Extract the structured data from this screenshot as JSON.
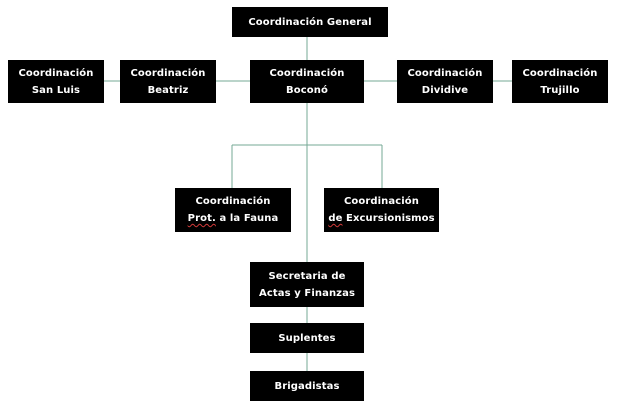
{
  "org_chart": {
    "general": {
      "name": "Coordinación General"
    },
    "sedes": [
      {
        "line1": "Coordinación",
        "line2": "San Luis"
      },
      {
        "line1": "Coordinación",
        "line2": "Beatriz"
      },
      {
        "line1": "Coordinación",
        "line2": "Boconó"
      },
      {
        "line1": "Coordinación",
        "line2": "Dividive"
      },
      {
        "line1": "Coordinación",
        "line2": "Trujillo"
      }
    ],
    "areas": [
      {
        "line1": "Coordinación",
        "line2_flagged": "Prot.",
        "line2_rest": " a la Fauna"
      },
      {
        "line1": "Coordinación",
        "line2_flagged": "de",
        "line2_rest": " Excursionismos"
      }
    ],
    "secretaria": {
      "line1": "Secretaria de",
      "line2": "Actas y Finanzas"
    },
    "suplentes": {
      "name": "Suplentes"
    },
    "brigadistas": {
      "name": "Brigadistas"
    }
  },
  "colors": {
    "node_fill": "#000000",
    "node_text": "#ffffff",
    "connector": "#76a896",
    "spellcheck_underline": "#d23a3a"
  }
}
